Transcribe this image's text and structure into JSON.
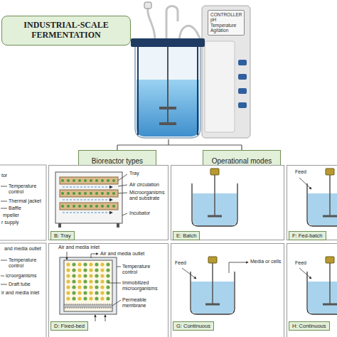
{
  "diagram": {
    "nodes": [
      {
        "text": [
          "INDUSTRIAL-SCALE FERMENTATION"
        ]
      },
      {
        "text": [
          "CONTROLLER pH Temperature Agitation"
        ]
      },
      {
        "text": [
          "Bioreactor types"
        ]
      },
      {
        "text": [
          "Operational modes"
        ]
      },
      {
        "text": [
          "B: Tray"
        ]
      },
      {
        "text": [
          "E: Batch"
        ]
      },
      {
        "text": [
          "F: Fed-batch"
        ]
      },
      {
        "text": [
          "D: Fixed-bed"
        ]
      },
      {
        "text": [
          "G: Continuous"
        ]
      },
      {
        "text": [
          "H: Continuous"
        ]
      }
    ],
    "labels": [
      "tor",
      "Temperature control",
      "Thermal jacket",
      "Baffle",
      "mpeller",
      "r supply",
      "Tray",
      "Air circulation",
      "Microorganisms and substrate",
      "Incubator",
      "Feed",
      "and media outlet",
      "Temperature control",
      "icroorganisms",
      "Draft tube",
      "ir and media inlet",
      "Air and media inlet",
      "Air and media outlet",
      "Temperature control",
      "Immobilized microorganisms",
      "Permeable membrane",
      "Feed",
      "Media or cells",
      "Feed"
    ]
  }
}
